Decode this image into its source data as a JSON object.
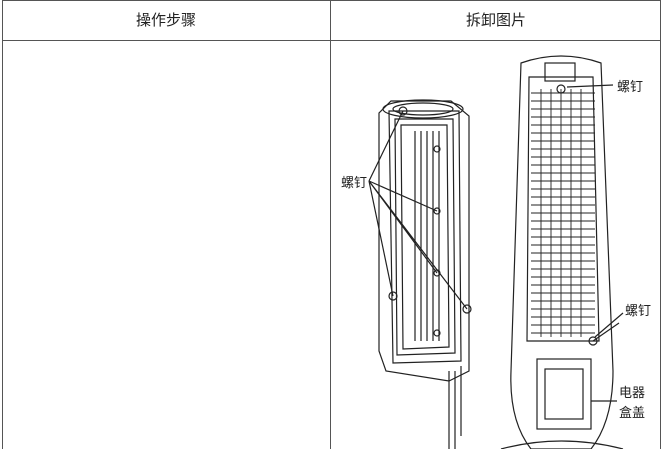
{
  "table": {
    "headers": [
      "操作步骤",
      "拆卸图片"
    ]
  },
  "figure": {
    "labels": {
      "screw_left": "螺钉",
      "screw_top_right": "螺钉",
      "screw_mid_right": "螺钉",
      "electric_box_line1": "电器",
      "electric_box_line2": "盒盖"
    }
  }
}
